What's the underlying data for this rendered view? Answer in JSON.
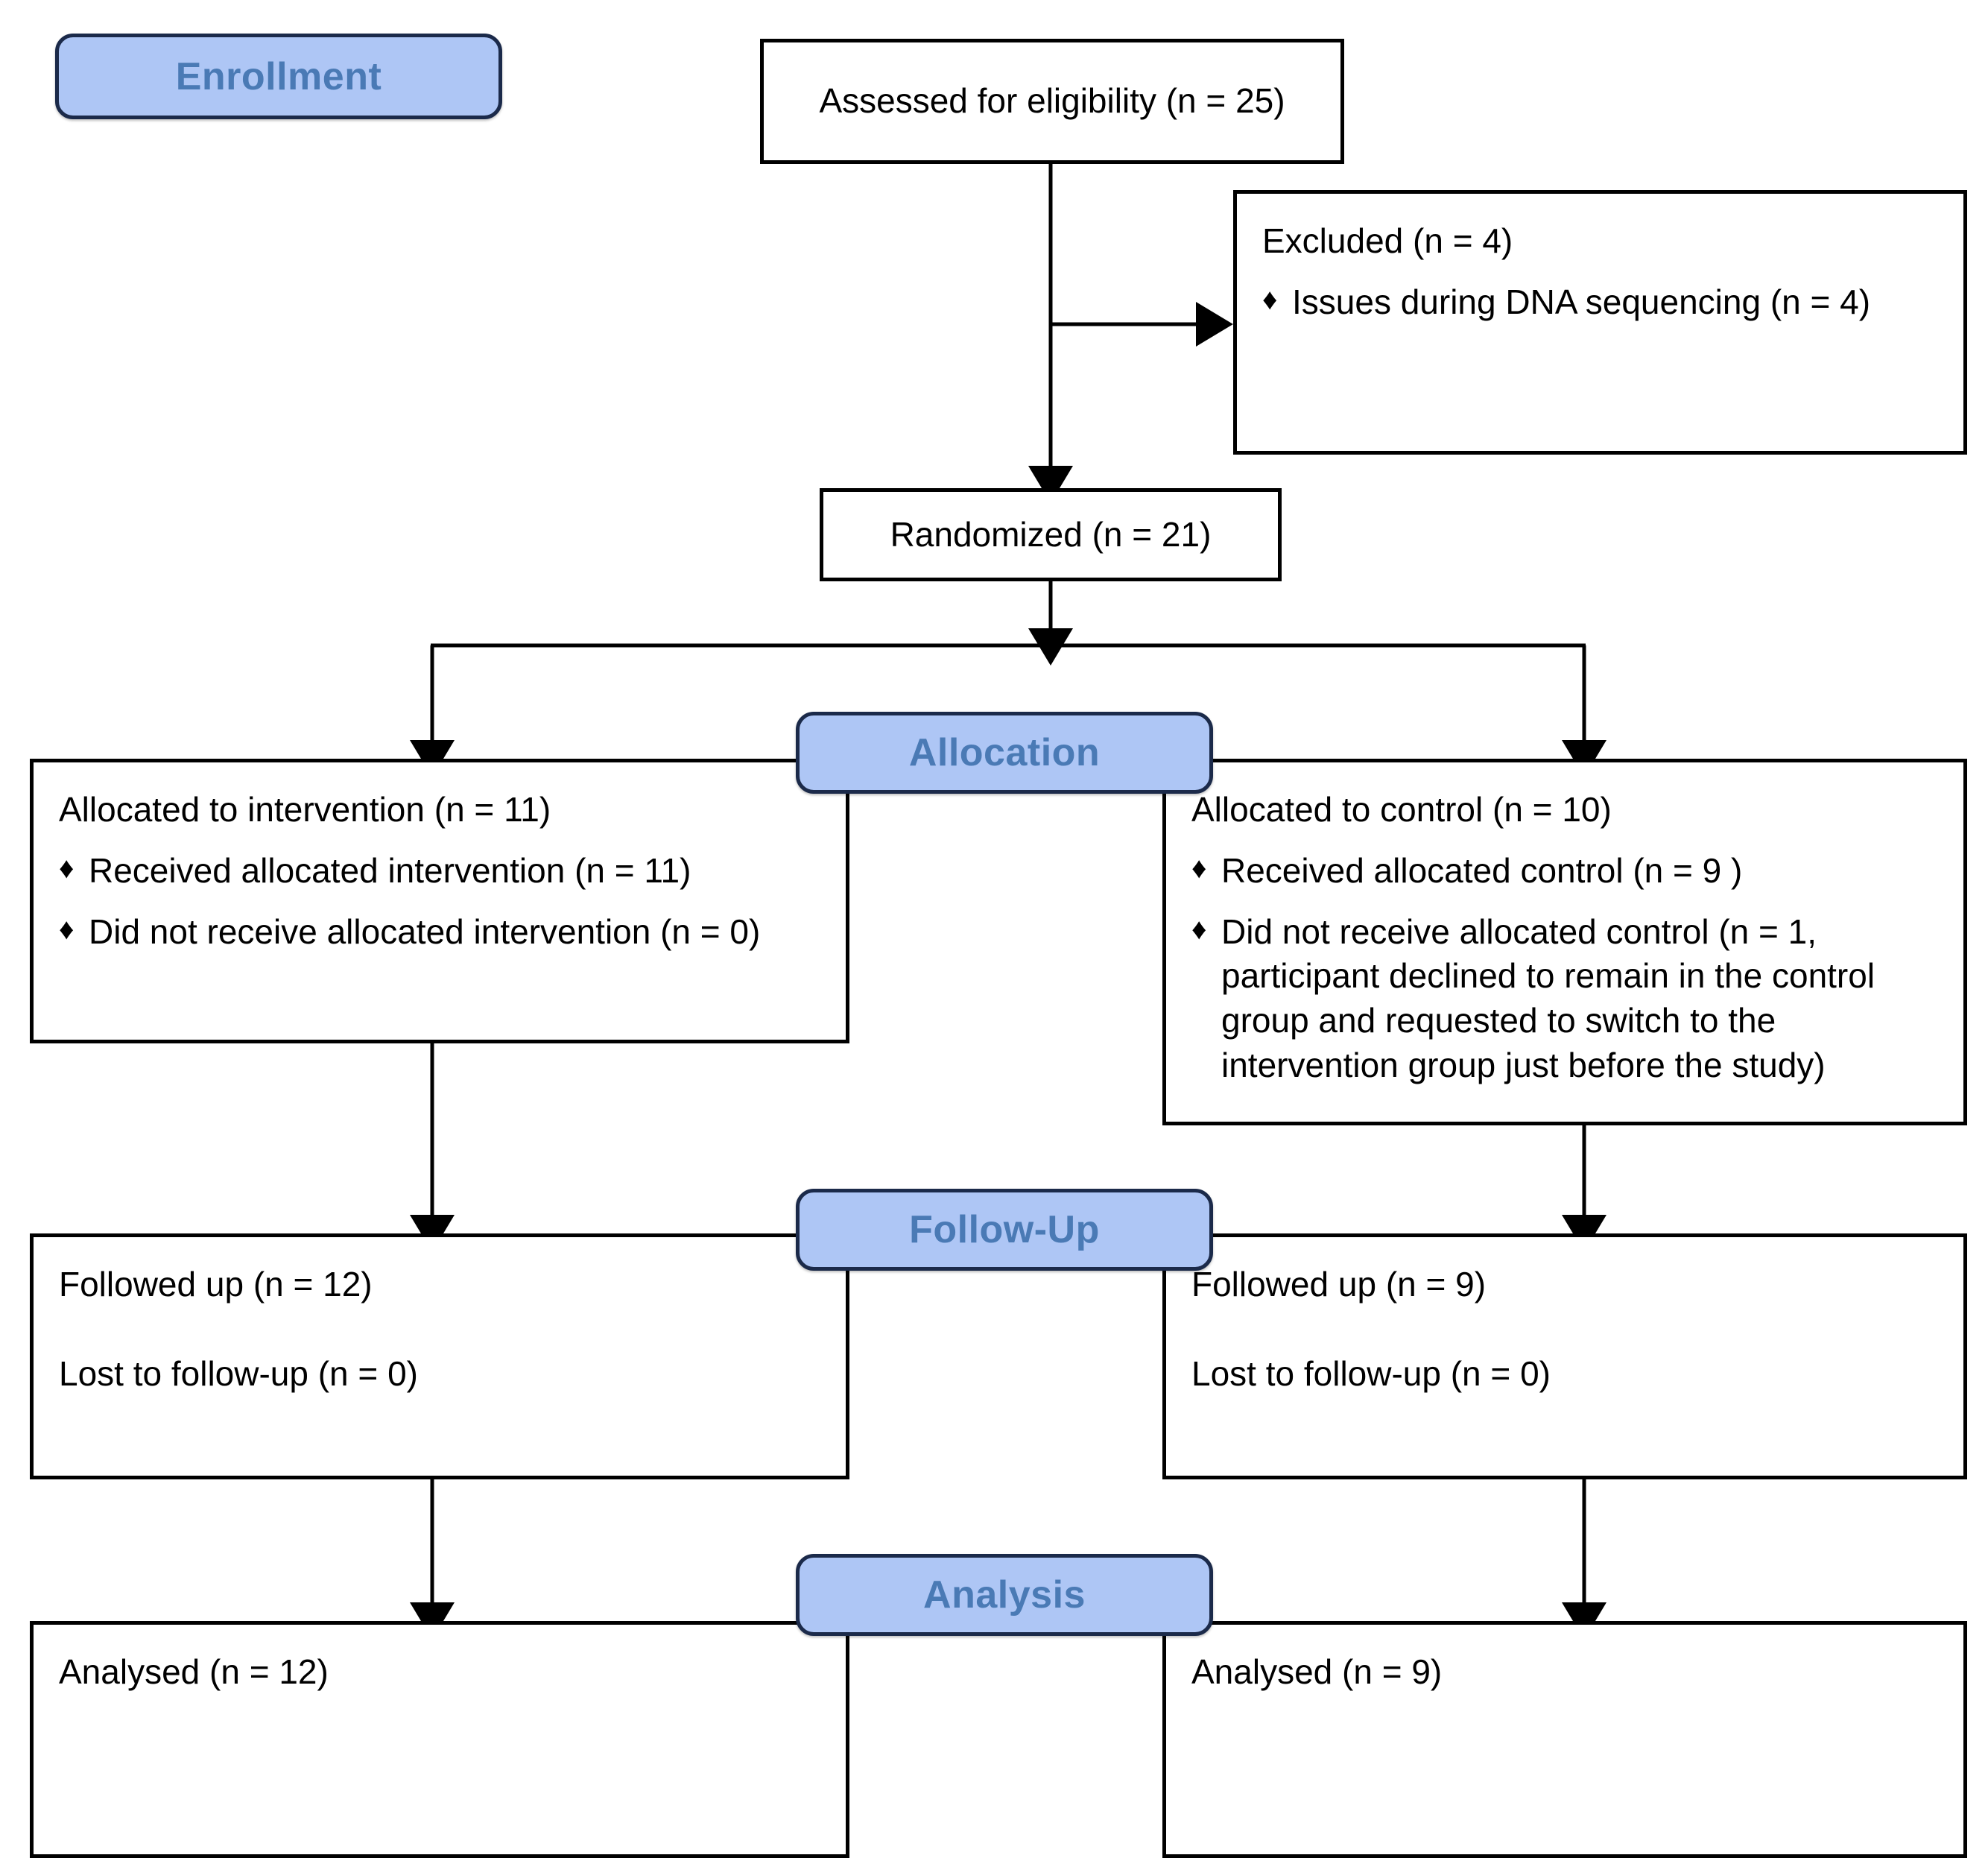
{
  "diagram": {
    "title": "CONSORT participant flow diagram",
    "type": "flowchart",
    "colors": {
      "badge_fill": "#aec6f5",
      "badge_border": "#1b2a4a",
      "badge_text": "#4a7ab5",
      "box_border": "#000000",
      "box_fill": "#ffffff",
      "connector": "#000000"
    }
  },
  "stages": {
    "enrollment": "Enrollment",
    "allocation": "Allocation",
    "follow_up": "Follow-Up",
    "analysis": "Analysis"
  },
  "nodes": {
    "assessed": {
      "label": "Assessed for eligibility (n = 25)",
      "n": 25
    },
    "excluded": {
      "heading": "Excluded (n = 4)",
      "n": 4,
      "bullet_glyph": "♦",
      "reasons": [
        {
          "label": "Issues during DNA sequencing (n = 4)",
          "n": 4
        }
      ]
    },
    "randomized": {
      "label": "Randomized (n = 21)",
      "n": 21
    },
    "allocation_intervention": {
      "heading": "Allocated to intervention (n = 11)",
      "n": 11,
      "bullet_glyph": "♦",
      "items": [
        "Received allocated intervention (n = 11)",
        "Did not receive allocated intervention (n = 0)"
      ]
    },
    "allocation_control": {
      "heading": "Allocated to control (n = 10)",
      "n": 10,
      "bullet_glyph": "♦",
      "items": [
        "Received allocated control (n = 9 )",
        "Did not receive allocated control (n = 1, participant declined to remain in the control group and requested to switch to the intervention group just before the study)"
      ]
    },
    "followup_intervention": {
      "line1": "Followed up (n = 12)",
      "line2": "Lost to follow-up (n = 0)"
    },
    "followup_control": {
      "line1": "Followed up (n = 9)",
      "line2": "Lost to follow-up (n = 0)"
    },
    "analysis_intervention": {
      "line1": "Analysed (n = 12)"
    },
    "analysis_control": {
      "line1": "Analysed (n = 9)"
    }
  }
}
